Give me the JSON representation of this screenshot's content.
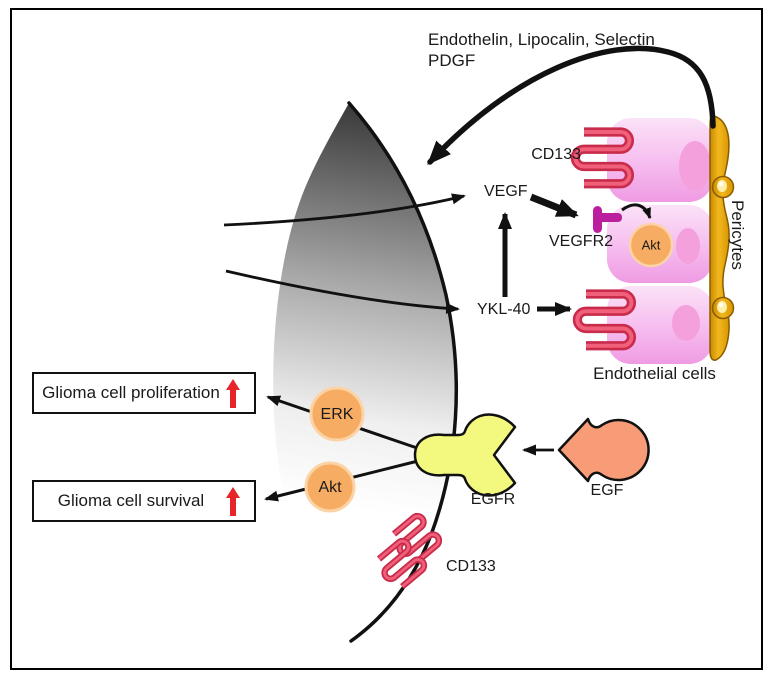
{
  "figure": {
    "title_region": {
      "top_signals_line1": "Endothelin, Lipocalin, Selectin",
      "top_signals_line2": "PDGF"
    },
    "labels": {
      "cd133_top": "CD133",
      "vegf": "VEGF",
      "vegfr2": "VEGFR2",
      "akt_endothelial": "Akt",
      "pericytes": "Pericytes",
      "ykl40": "YKL-40",
      "endothelial_cells": "Endothelial cells",
      "erk": "ERK",
      "akt": "Akt",
      "egfr": "EGFR",
      "egf": "EGF",
      "cd133_bottom": "CD133"
    },
    "outcomes": [
      {
        "label": "Glioma cell proliferation",
        "trend": "up"
      },
      {
        "label": "Glioma cell survival",
        "trend": "up"
      }
    ],
    "icons": {
      "red-up-arrow": "thick red upward arrow inside outcome boxes",
      "serpentine-receptor": "red coiled multi-pass membrane receptor (CD133 / YKL-40 target)",
      "vegfr2-receptor": "small magenta T-shaped receptor",
      "pericyte-band": "gold wavy band with two pericyte cell bodies"
    },
    "colors": {
      "frame": "#000000",
      "red_arrow": "#E8242B",
      "receptor_red_dark": "#C92B4B",
      "receptor_red_light": "#F0607A",
      "endothelial_pink_light": "#FBE2F7",
      "endothelial_pink": "#F6BCEF",
      "endothelial_pink_deep": "#EF9BE3",
      "nucleus_pink": "#F4A0DC",
      "pericyte_gold": "#E9A912",
      "pericyte_outline": "#8A5C00",
      "kinase_orange": "#F7AC63",
      "kinase_ring": "#FBD3A4",
      "egfr_yellow": "#F2F97E",
      "egf_salmon": "#F79C77",
      "vegfr2_magenta": "#BB1F9E",
      "glioma_gradient_top": "#3C3C3C"
    }
  }
}
